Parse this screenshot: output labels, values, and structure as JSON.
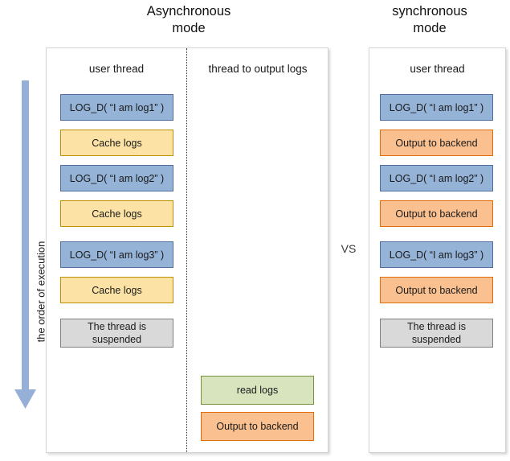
{
  "titles": {
    "async": "Asynchronous\nmode",
    "sync": "synchronous\nmode",
    "vs": "VS"
  },
  "order_arrow": {
    "label": "the order of execution",
    "direction": "down",
    "color": "#95AFD7"
  },
  "colors": {
    "blue_fill": "#95B3D7",
    "blue_border": "#4F6E9F",
    "yellow_fill": "#FCE3A5",
    "yellow_border": "#BF9000",
    "orange_fill": "#FAC090",
    "orange_border": "#E36C0A",
    "green_fill": "#D7E4BD",
    "green_border": "#76923C",
    "gray_fill": "#D9D9D9",
    "gray_border": "#808080",
    "panel_border": "#D4D4D4"
  },
  "async_panel": {
    "columns": [
      {
        "header": "user thread",
        "steps": [
          {
            "label": "LOG_D( “I am log1” )",
            "type": "blue"
          },
          {
            "label": "Cache logs",
            "type": "yellow"
          },
          {
            "label": "LOG_D( “I am log2” )",
            "type": "blue"
          },
          {
            "label": "Cache logs",
            "type": "yellow"
          },
          {
            "label": "LOG_D( “I am log3” )",
            "type": "blue"
          },
          {
            "label": "Cache logs",
            "type": "yellow"
          },
          {
            "label": "The thread is\nsuspended",
            "type": "gray"
          }
        ]
      },
      {
        "header": "thread to output logs",
        "steps": [
          {
            "label": "read logs",
            "type": "green"
          },
          {
            "label": "Output to backend",
            "type": "orange"
          }
        ]
      }
    ]
  },
  "sync_panel": {
    "columns": [
      {
        "header": "user thread",
        "steps": [
          {
            "label": "LOG_D( “I am log1” )",
            "type": "blue"
          },
          {
            "label": "Output to backend",
            "type": "orange"
          },
          {
            "label": "LOG_D( “I am log2” )",
            "type": "blue"
          },
          {
            "label": "Output to backend",
            "type": "orange"
          },
          {
            "label": "LOG_D( “I am log3” )",
            "type": "blue"
          },
          {
            "label": "Output to backend",
            "type": "orange"
          },
          {
            "label": "The thread is\nsuspended",
            "type": "gray"
          }
        ]
      }
    ]
  }
}
